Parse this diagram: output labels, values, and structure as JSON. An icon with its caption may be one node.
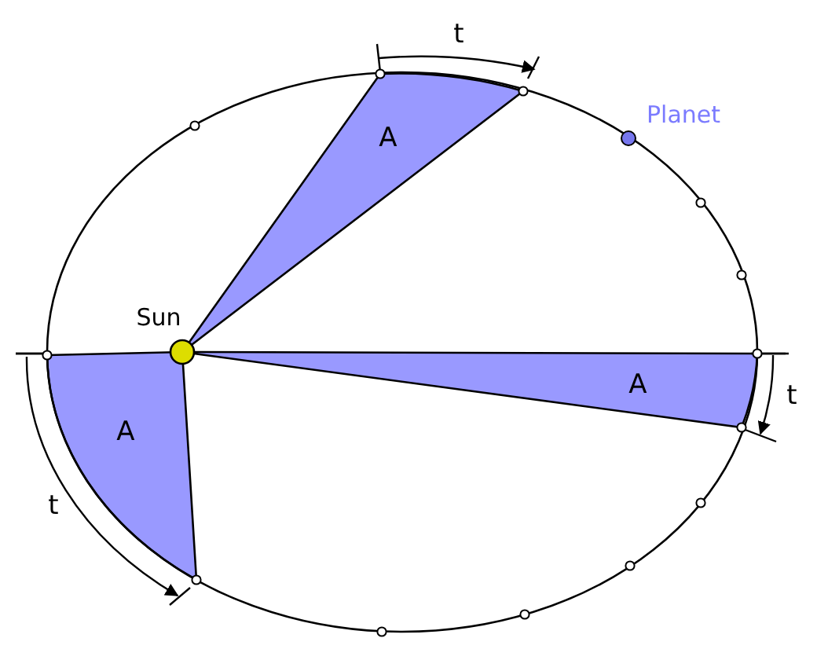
{
  "diagram": {
    "nodes": [
      {
        "text": [
          "Sun"
        ]
      },
      {
        "text": [
          "Planet"
        ]
      }
    ],
    "labels": [
      "t",
      "A",
      "A",
      "t",
      "A",
      "t"
    ]
  }
}
